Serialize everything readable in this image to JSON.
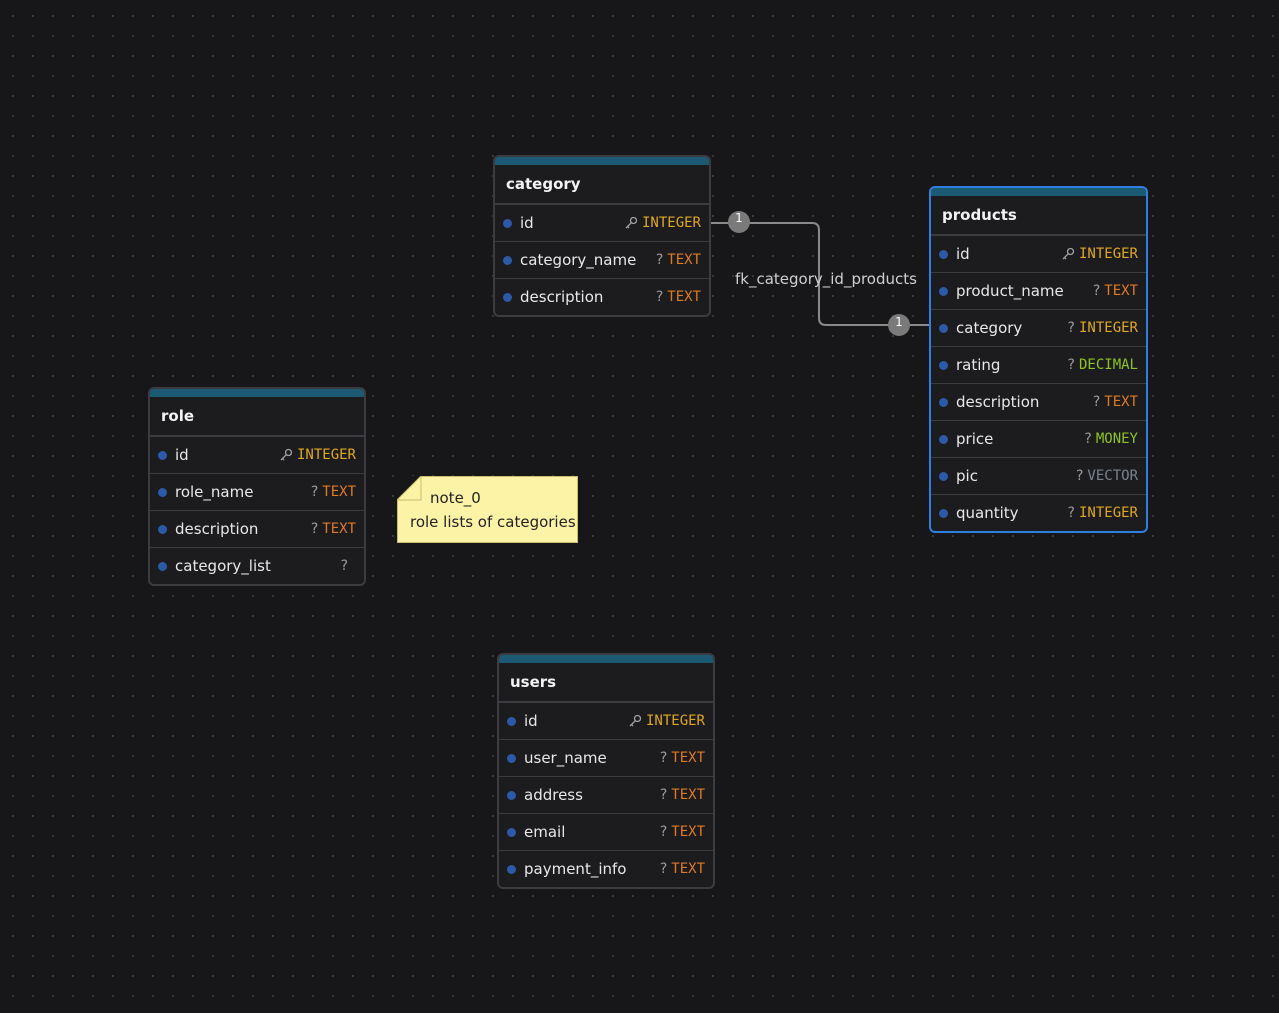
{
  "tables": {
    "category": {
      "title": "category",
      "fields": [
        {
          "name": "id",
          "type": "INTEGER"
        },
        {
          "name": "category_name",
          "type": "TEXT"
        },
        {
          "name": "description",
          "type": "TEXT"
        }
      ]
    },
    "products": {
      "title": "products",
      "fields": [
        {
          "name": "id",
          "type": "INTEGER"
        },
        {
          "name": "product_name",
          "type": "TEXT"
        },
        {
          "name": "category",
          "type": "INTEGER"
        },
        {
          "name": "rating",
          "type": "DECIMAL"
        },
        {
          "name": "description",
          "type": "TEXT"
        },
        {
          "name": "price",
          "type": "MONEY"
        },
        {
          "name": "pic",
          "type": "VECTOR"
        },
        {
          "name": "quantity",
          "type": "INTEGER"
        }
      ]
    },
    "role": {
      "title": "role",
      "fields": [
        {
          "name": "id",
          "type": "INTEGER"
        },
        {
          "name": "role_name",
          "type": "TEXT"
        },
        {
          "name": "description",
          "type": "TEXT"
        },
        {
          "name": "category_list",
          "type": ""
        }
      ]
    },
    "users": {
      "title": "users",
      "fields": [
        {
          "name": "id",
          "type": "INTEGER"
        },
        {
          "name": "user_name",
          "type": "TEXT"
        },
        {
          "name": "address",
          "type": "TEXT"
        },
        {
          "name": "email",
          "type": "TEXT"
        },
        {
          "name": "payment_info",
          "type": "TEXT"
        }
      ]
    }
  },
  "nullable_marker": "?",
  "relationship": {
    "label": "fk_category_id_products",
    "source_cardinality": "1",
    "target_cardinality": "1"
  },
  "note": {
    "title": "note_0",
    "text": "role lists of categories"
  },
  "colors": {
    "background": "#17171a",
    "table_accent": "#1c5a74",
    "selected_border": "#2f7fe0",
    "integer_type": "#e0a81f",
    "text_type": "#e07a1f",
    "decimal_money_type": "#8fc321",
    "vector_type": "#7a8290",
    "note_background": "#fdf3a7"
  }
}
